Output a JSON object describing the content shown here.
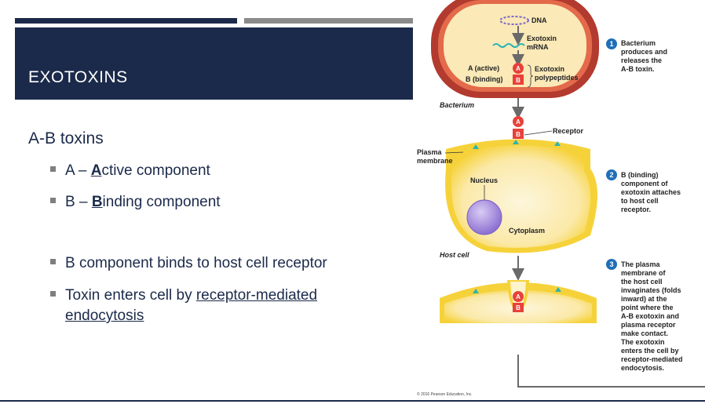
{
  "slide": {
    "title": "EXOTOXINS",
    "heading": "A-B toxins",
    "bullets": {
      "a_prefix": "A – ",
      "a_bold": "A",
      "a_rest": "ctive component",
      "b_prefix": "B – ",
      "b_bold": "B",
      "b_rest": "inding component",
      "binds": "B component binds to host cell receptor",
      "enters_prefix": "Toxin enters cell by ",
      "enters_link_1": "receptor-mediated",
      "enters_link_2": "endocytosis"
    }
  },
  "figure": {
    "dna": "DNA",
    "exotoxin_mrna_1": "Exotoxin",
    "exotoxin_mrna_2": "mRNA",
    "a_active": "A (active)",
    "b_binding": "B (binding)",
    "polypeptides_1": "Exotoxin",
    "polypeptides_2": "polypeptides",
    "bacterium": "Bacterium",
    "receptor": "Receptor",
    "plasma_1": "Plasma",
    "plasma_2": "membrane",
    "nucleus": "Nucleus",
    "cytoplasm": "Cytoplasm",
    "host_cell": "Host cell",
    "letter_a": "A",
    "letter_b": "B",
    "step1_num": "1",
    "step1": [
      "Bacterium",
      "produces and",
      "releases the",
      "A-B toxin."
    ],
    "step2_num": "2",
    "step2": [
      "B (binding)",
      "component of",
      "exotoxin attaches",
      "to host cell",
      "receptor."
    ],
    "step3_num": "3",
    "step3": [
      "The plasma",
      "membrane of",
      "the host cell",
      "invaginates (folds",
      "inward) at the",
      "point where the",
      "A-B exotoxin and",
      "plasma receptor",
      "make contact.",
      "The exotoxin",
      "enters the cell by",
      "receptor-mediated",
      "endocytosis."
    ],
    "copyright": "© 2016 Pearson Education, Inc."
  },
  "colors": {
    "navy": "#1b2a4a",
    "bacterium_wall": "#b23a2e",
    "cell_yellow": "#f6d23a",
    "toxin_red": "#e8413a",
    "nucleus_purple": "#8c6fd0",
    "step_blue": "#1f6fb8"
  }
}
